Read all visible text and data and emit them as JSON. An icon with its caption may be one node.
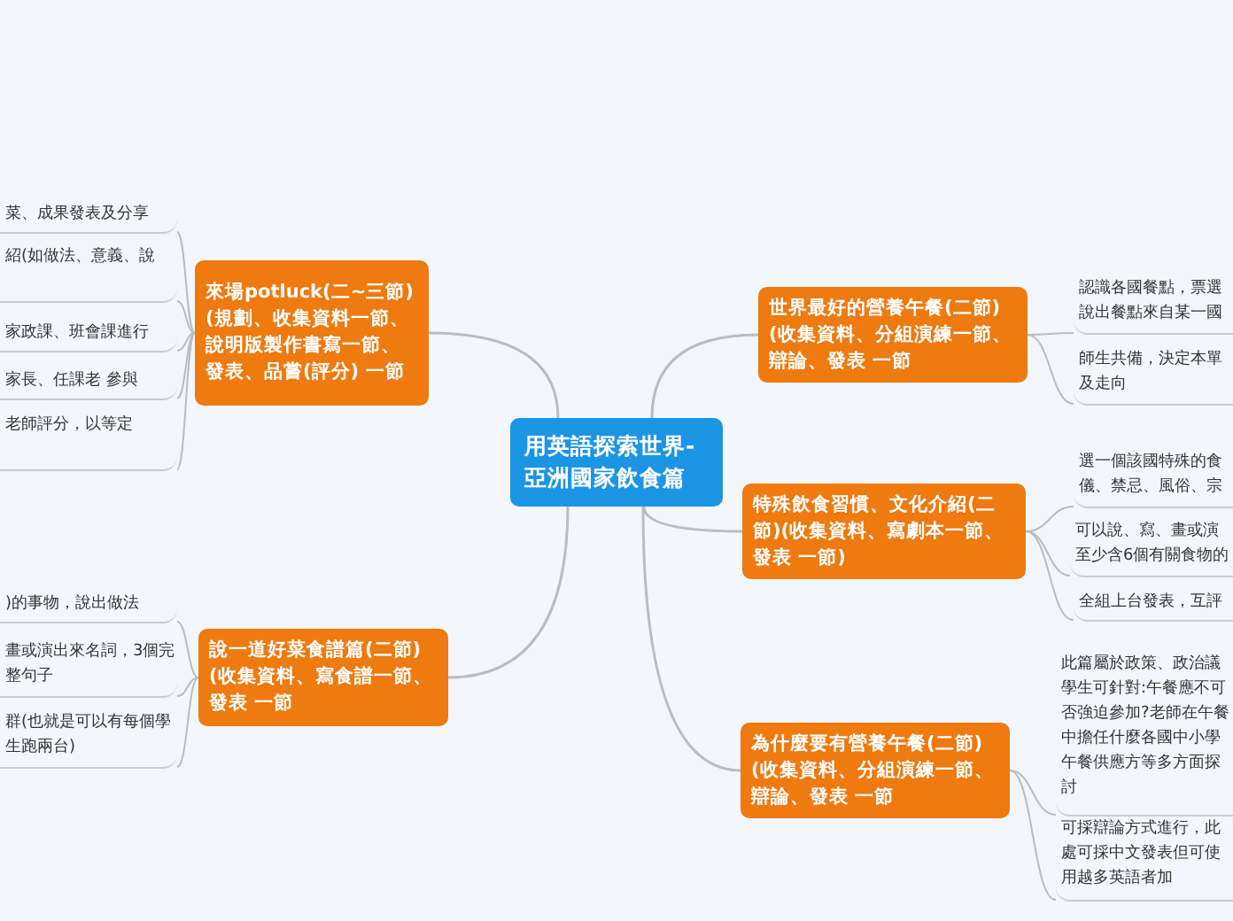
{
  "diagram": {
    "nodes": [
      {
        "text": [
          "用英語探索世界-亞洲國家飲食篇"
        ]
      },
      {
        "text": [
          "世界最好的營養午餐(二節)(收集資料、分組演練一節、辯論、發表 一節"
        ]
      },
      {
        "text": [
          "認識各國餐點，票選說出餐點來自某一國"
        ]
      },
      {
        "text": [
          "師生共備，決定本單及走向"
        ]
      },
      {
        "text": [
          "特殊飲食習慣、文化介紹(二節)(收集資料、寫劇本一節、發表 一節)"
        ]
      },
      {
        "text": [
          "選一個該國特殊的食儀、禁忌、風俗、宗"
        ]
      },
      {
        "text": [
          "可以說、寫、畫或演至少含6個有關食物的"
        ]
      },
      {
        "text": [
          "全組上台發表，互評"
        ]
      },
      {
        "text": [
          "為什麼要有營養午餐(二節)(收集資料、分組演練一節、辯論、發表 一節"
        ]
      },
      {
        "text": [
          "此篇屬於政策、政治議學生可針對:午餐應不可否強迫參加?老師在午餐中擔任什麼各國中小學午餐供應方等多方面探討"
        ]
      },
      {
        "text": [
          "可採辯論方式進行，此處可採中文發表但可使用越多英語者加"
        ]
      },
      {
        "text": [
          "來場potluck(二~三節)(規劃、收集資料一節、說明版製作書寫一節、發表、品嘗(評分) 一節"
        ]
      },
      {
        "text": [
          "菜、成果發表及分享"
        ]
      },
      {
        "text": [
          "紹(如做法、意義、說"
        ]
      },
      {
        "text": [
          "家政課、班會課進行"
        ]
      },
      {
        "text": [
          "家長、任課老 參與"
        ]
      },
      {
        "text": [
          "老師評分，以等定"
        ]
      },
      {
        "text": [
          "說一道好菜食譜篇(二節)(收集資料、寫食譜一節、發表 一節"
        ]
      },
      {
        "text": [
          ")的事物，說出做法"
        ]
      },
      {
        "text": [
          "畫或演出來名詞，3個完整句子"
        ]
      },
      {
        "text": [
          "群(也就是可以有每個學生跑兩台)"
        ]
      }
    ],
    "edges": [
      {
        "from": 0,
        "to": 1,
        "arrow": "none"
      },
      {
        "from": 1,
        "to": 2,
        "arrow": "none"
      },
      {
        "from": 1,
        "to": 3,
        "arrow": "none"
      },
      {
        "from": 0,
        "to": 4,
        "arrow": "none"
      },
      {
        "from": 4,
        "to": 5,
        "arrow": "none"
      },
      {
        "from": 4,
        "to": 6,
        "arrow": "none"
      },
      {
        "from": 4,
        "to": 7,
        "arrow": "none"
      },
      {
        "from": 0,
        "to": 8,
        "arrow": "none"
      },
      {
        "from": 8,
        "to": 9,
        "arrow": "none"
      },
      {
        "from": 8,
        "to": 10,
        "arrow": "none"
      },
      {
        "from": 0,
        "to": 11,
        "arrow": "none"
      },
      {
        "from": 11,
        "to": 12,
        "arrow": "none"
      },
      {
        "from": 11,
        "to": 13,
        "arrow": "none"
      },
      {
        "from": 11,
        "to": 14,
        "arrow": "none"
      },
      {
        "from": 11,
        "to": 15,
        "arrow": "none"
      },
      {
        "from": 11,
        "to": 16,
        "arrow": "none"
      },
      {
        "from": 0,
        "to": 17,
        "arrow": "none"
      },
      {
        "from": 17,
        "to": 18,
        "arrow": "none"
      },
      {
        "from": 17,
        "to": 19,
        "arrow": "none"
      },
      {
        "from": 17,
        "to": 20,
        "arrow": "none"
      }
    ]
  }
}
